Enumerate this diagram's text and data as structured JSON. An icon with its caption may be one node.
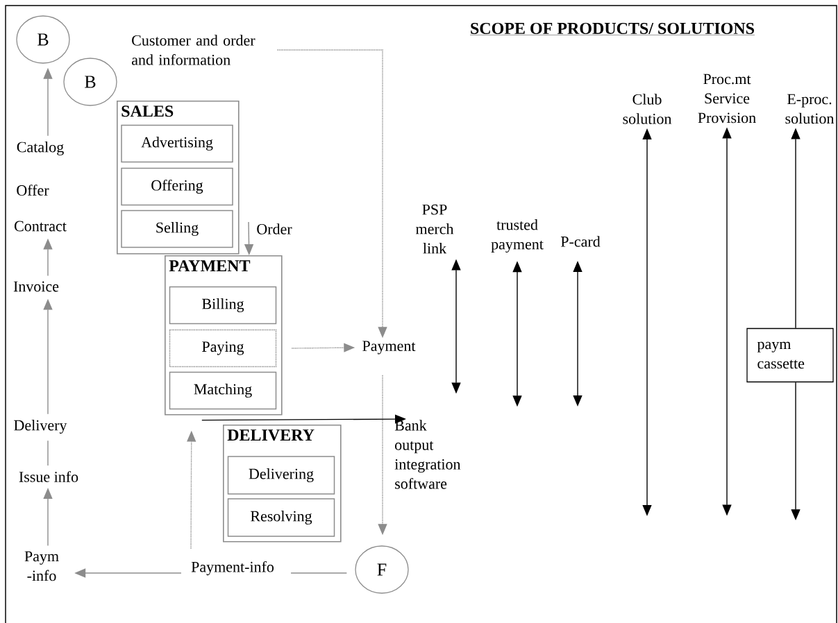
{
  "diagram": {
    "title": "SCOPE OF PRODUCTS/ SOLUTIONS",
    "nodes": [
      {
        "text": [
          "B"
        ]
      },
      {
        "text": [
          "B"
        ]
      },
      {
        "text": [
          "Customer and order and information"
        ]
      },
      {
        "text": [
          "SALES"
        ]
      },
      {
        "text": [
          "Advertising"
        ],
        "in": 3
      },
      {
        "text": [
          "Offering"
        ],
        "in": 3
      },
      {
        "text": [
          "Selling"
        ],
        "in": 3
      },
      {
        "text": [
          "PAYMENT"
        ]
      },
      {
        "text": [
          "Billing"
        ],
        "in": 7
      },
      {
        "text": [
          "Paying"
        ],
        "in": 7
      },
      {
        "text": [
          "Matching"
        ],
        "in": 7
      },
      {
        "text": [
          "DELIVERY"
        ]
      },
      {
        "text": [
          "Delivering"
        ],
        "in": 11
      },
      {
        "text": [
          "Resolving"
        ],
        "in": 11
      },
      {
        "text": [
          "Catalog"
        ]
      },
      {
        "text": [
          "Offer"
        ]
      },
      {
        "text": [
          "Contract"
        ]
      },
      {
        "text": [
          "Invoice"
        ]
      },
      {
        "text": [
          "Delivery"
        ]
      },
      {
        "text": [
          "Issue info"
        ]
      },
      {
        "text": [
          "Paym -info"
        ]
      },
      {
        "text": [
          "Payment-info"
        ]
      },
      {
        "text": [
          "F"
        ]
      },
      {
        "text": [
          "Payment"
        ]
      },
      {
        "text": [
          "Order"
        ]
      },
      {
        "text": [
          "Bank output integration software"
        ]
      },
      {
        "text": [
          "PSP merch link"
        ]
      },
      {
        "text": [
          "trusted payment"
        ]
      },
      {
        "text": [
          "P-card"
        ]
      },
      {
        "text": [
          "Club solution"
        ]
      },
      {
        "text": [
          "Proc.mt Service Provision"
        ]
      },
      {
        "text": [
          "E-proc. solution"
        ]
      },
      {
        "text": [
          "paym cassette"
        ]
      }
    ],
    "edges": [
      {
        "from": 14,
        "to": 0,
        "arrow": "to"
      },
      {
        "from": 17,
        "to": 16,
        "arrow": "to"
      },
      {
        "from": 18,
        "to": 17,
        "arrow": "to"
      },
      {
        "from": 19,
        "to": 18,
        "arrow": "none"
      },
      {
        "from": 20,
        "to": 19,
        "arrow": "to"
      },
      {
        "from": 21,
        "to": 20,
        "arrow": "to"
      },
      {
        "from": 22,
        "to": 21,
        "arrow": "none"
      },
      {
        "from": 21,
        "to": 7,
        "arrow": "to",
        "style": "dashed"
      },
      {
        "from": 2,
        "to": 23,
        "arrow": "to",
        "style": "dashed"
      },
      {
        "from": 9,
        "to": 23,
        "arrow": "to",
        "style": "dashed"
      },
      {
        "from": 23,
        "to": 22,
        "arrow": "to",
        "style": "dashed"
      },
      {
        "from": 24,
        "to": 7,
        "arrow": "to"
      },
      {
        "from": 7,
        "to": 25,
        "arrow": "to",
        "color": "#000000"
      },
      {
        "from": null,
        "to": 26,
        "arrow": "both",
        "color": "#000000"
      },
      {
        "from": null,
        "to": 27,
        "arrow": "both",
        "color": "#000000"
      },
      {
        "from": null,
        "to": 28,
        "arrow": "both",
        "color": "#000000"
      },
      {
        "from": null,
        "to": 29,
        "arrow": "both",
        "color": "#000000"
      },
      {
        "from": null,
        "to": 30,
        "arrow": "both",
        "color": "#000000"
      },
      {
        "from": 32,
        "to": 31,
        "arrow": "to",
        "color": "#000000"
      },
      {
        "from": 32,
        "to": null,
        "arrow": "to",
        "color": "#000000"
      }
    ]
  }
}
